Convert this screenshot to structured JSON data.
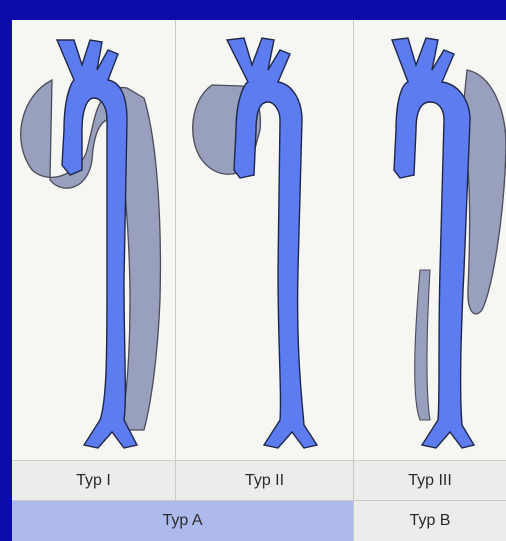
{
  "columns": [
    {
      "label": "Typ I"
    },
    {
      "label": "Typ II"
    },
    {
      "label": "Typ III"
    }
  ],
  "groups": [
    {
      "label": "Typ A"
    },
    {
      "label": "Typ B"
    }
  ],
  "colors": {
    "background": "#0c0ca8",
    "panel": "#f6f6f2",
    "lumen": "#5c7cf0",
    "false_lumen": "#8e97b8",
    "type_a_band": "#aeb9ee"
  }
}
